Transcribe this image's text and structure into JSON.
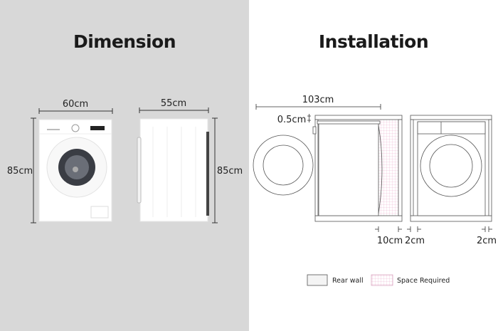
{
  "dimension": {
    "title": "Dimension",
    "width": "60cm",
    "depth": "55cm",
    "height_front": "85cm",
    "height_side": "85cm"
  },
  "installation": {
    "title": "Installation",
    "total_depth": "103cm",
    "top_gap": "0.5cm",
    "rear_gap": "10cm",
    "side_gap_left": "2cm",
    "side_gap_right": "2cm"
  },
  "legend": {
    "rear_wall": "Rear wall",
    "space_required": "Space Required"
  },
  "colors": {
    "left_bg": "#d8d8d8",
    "space_required": "#e8a8c8"
  }
}
